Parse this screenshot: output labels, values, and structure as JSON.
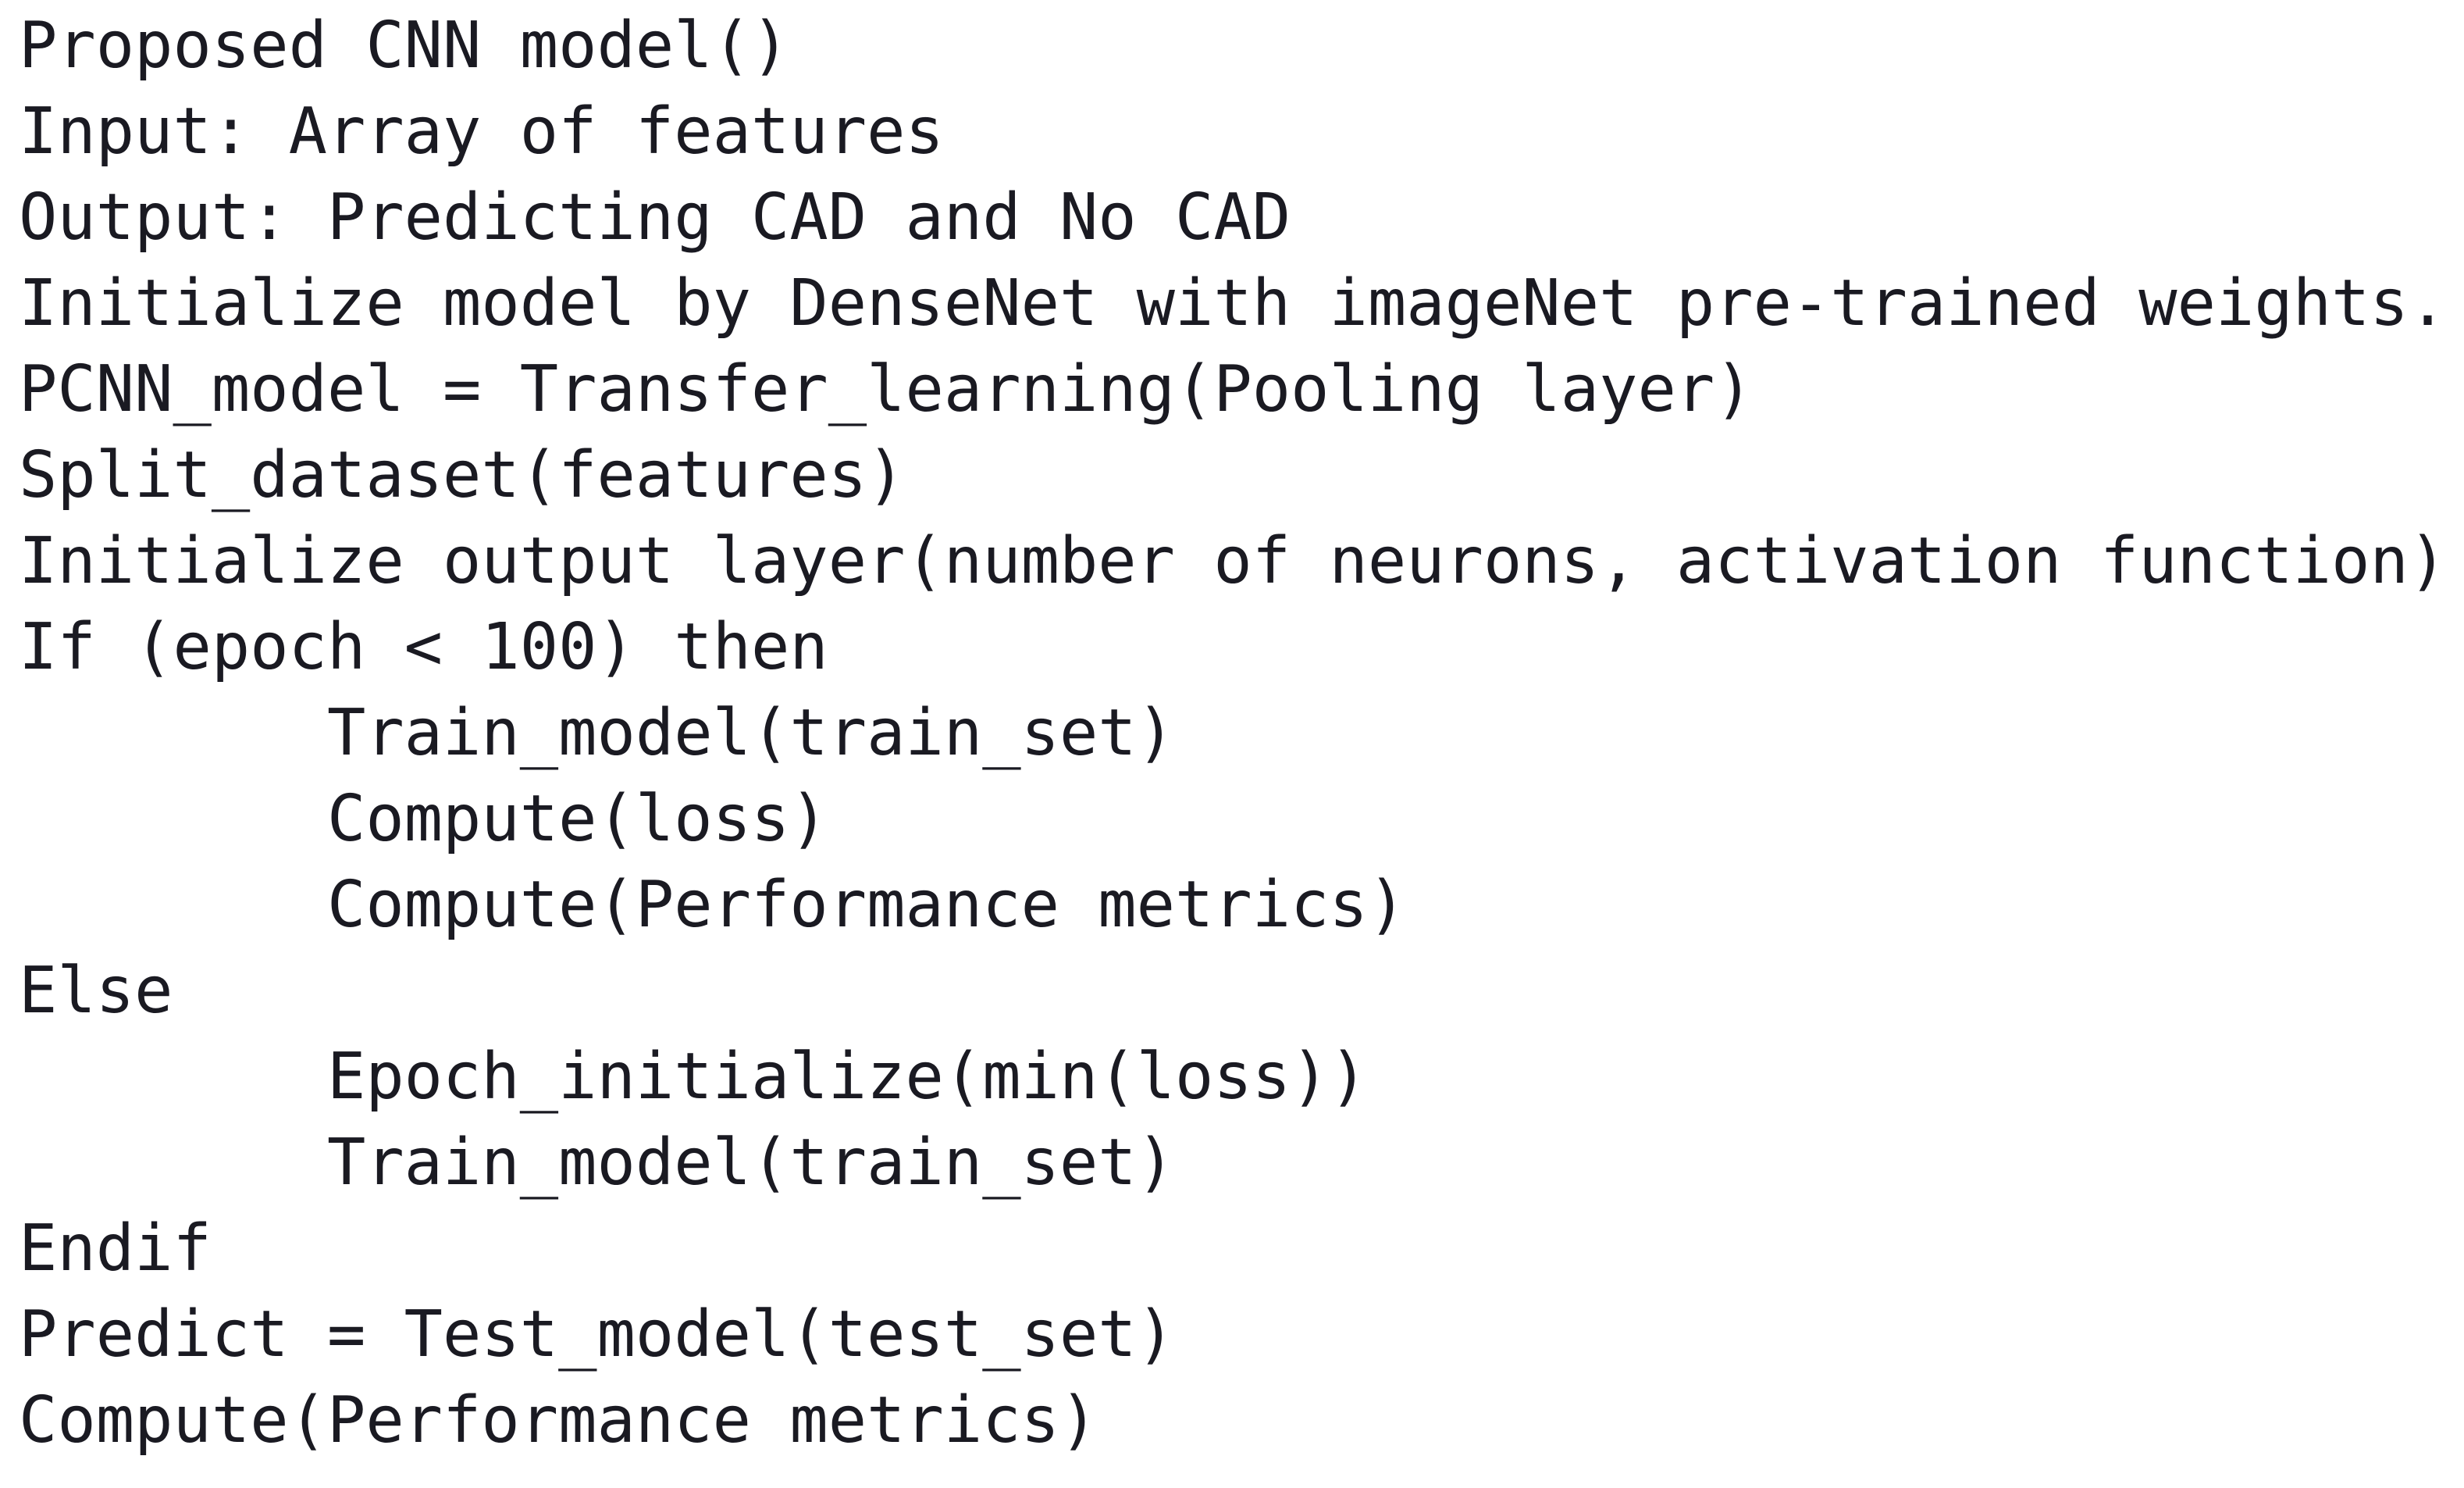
{
  "document": {
    "type": "algorithm-pseudocode",
    "title": "Proposed CNN model()",
    "background_color": "#ffffff",
    "text_color": "#1a1a22",
    "indent_unit": "        "
  },
  "code": {
    "lines": [
      {
        "id": "line-1",
        "indent": 0,
        "text": "Proposed CNN model()"
      },
      {
        "id": "line-2",
        "indent": 0,
        "text": "Input: Array of features"
      },
      {
        "id": "line-3",
        "indent": 0,
        "text": "Output: Predicting CAD and No CAD"
      },
      {
        "id": "line-4",
        "indent": 0,
        "text": "Initialize model by DenseNet with imageNet pre-trained weights."
      },
      {
        "id": "line-5",
        "indent": 0,
        "text": "PCNN_model = Transfer_learning(Pooling layer)"
      },
      {
        "id": "line-6",
        "indent": 0,
        "text": "Split_dataset(features)"
      },
      {
        "id": "line-7",
        "indent": 0,
        "text": "Initialize output layer(number of neurons, activation function)"
      },
      {
        "id": "line-8",
        "indent": 0,
        "text": "If (epoch < 100) then"
      },
      {
        "id": "line-9",
        "indent": 1,
        "text": "        Train_model(train_set)"
      },
      {
        "id": "line-10",
        "indent": 1,
        "text": "        Compute(loss)"
      },
      {
        "id": "line-11",
        "indent": 1,
        "text": "        Compute(Performance metrics)"
      },
      {
        "id": "line-12",
        "indent": 0,
        "text": "Else"
      },
      {
        "id": "line-13",
        "indent": 1,
        "text": "        Epoch_initialize(min(loss))"
      },
      {
        "id": "line-14",
        "indent": 1,
        "text": "        Train_model(train_set)"
      },
      {
        "id": "line-15",
        "indent": 0,
        "text": "Endif"
      },
      {
        "id": "line-16",
        "indent": 0,
        "text": "Predict = Test_model(test_set)"
      },
      {
        "id": "line-17",
        "indent": 0,
        "text": "Compute(Performance metrics)"
      }
    ]
  }
}
